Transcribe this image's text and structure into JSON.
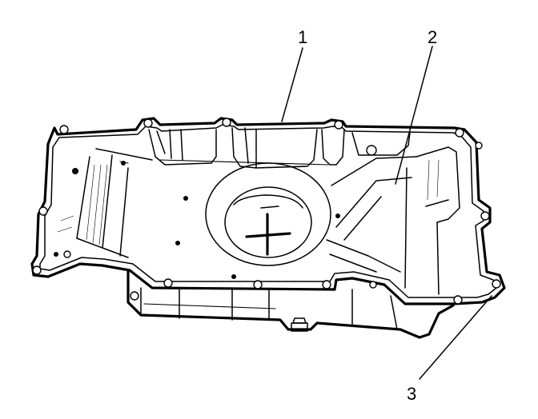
{
  "callouts": [
    {
      "id": "callout-1",
      "label": "1"
    },
    {
      "id": "callout-2",
      "label": "2"
    },
    {
      "id": "callout-3",
      "label": "3"
    }
  ]
}
